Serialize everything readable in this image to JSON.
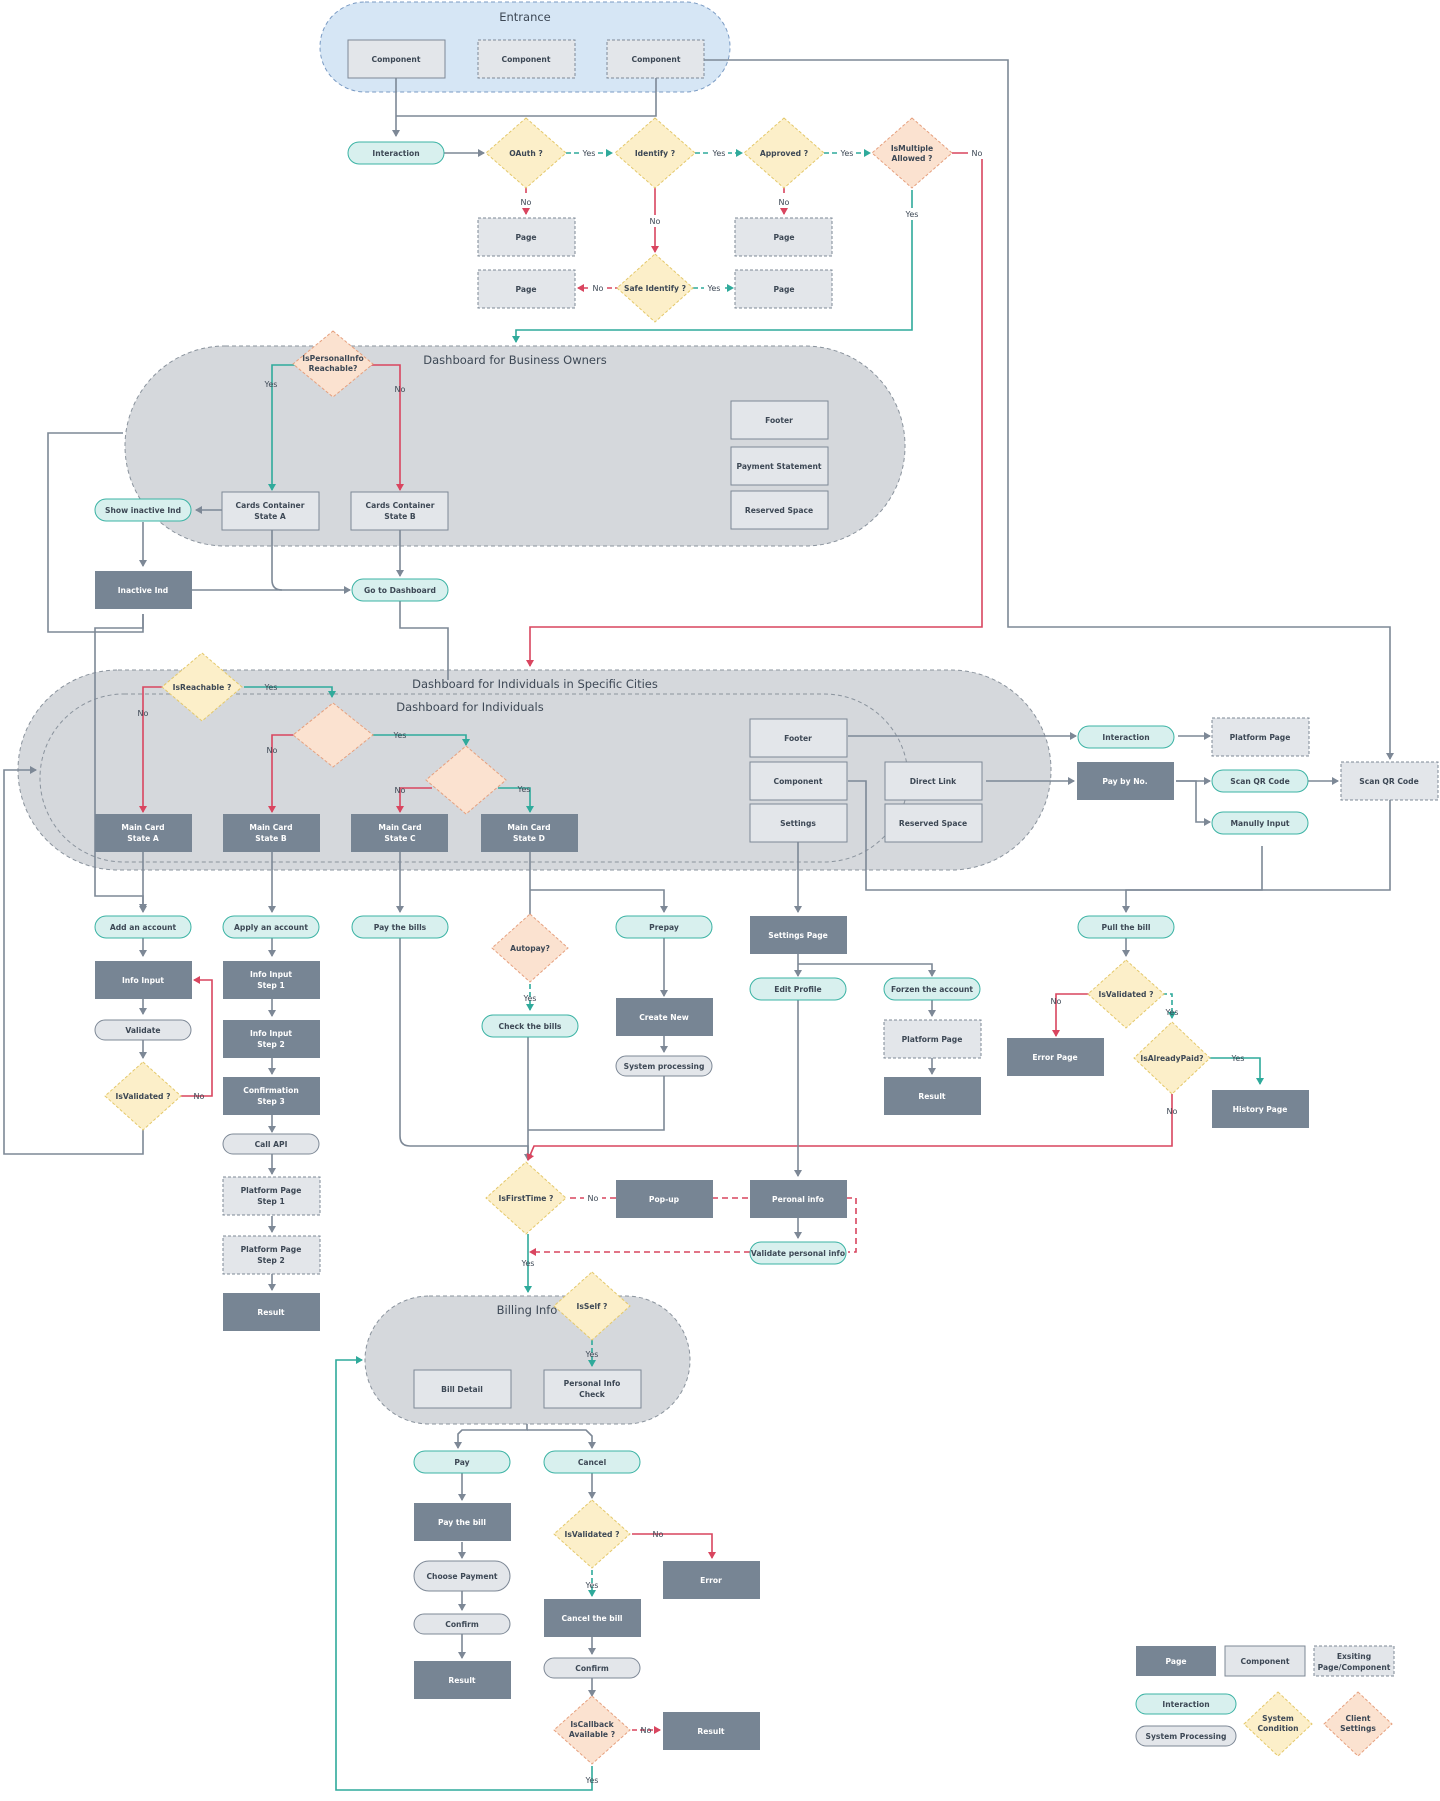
{
  "colors": {
    "page": "#778594",
    "component": "#e3e6ea",
    "existing": "#e3e6ea",
    "interaction_fill": "#d8f0ee",
    "interaction_stroke": "#3bb3a4",
    "system_fill": "#e3e6ea",
    "system_condition": "#fcefc9",
    "client_settings": "#fbe2d0",
    "arrow": "#7d8896",
    "arrow_yes": "#2faa9b",
    "arrow_no": "#d9455f",
    "group_fill": "#d5d8dc",
    "entrance_fill": "#d6e6f5"
  },
  "groups": {
    "entrance": "Entrance",
    "business": "Dashboard for Business Owners",
    "cities": "Dashboard for Individuals in Specific Cities",
    "individuals": "Dashboard for Individuals",
    "billing": "Billing Info"
  },
  "entrance": {
    "c1": "Component",
    "c2": "Component",
    "c3": "Component"
  },
  "auth": {
    "interaction": "Interaction",
    "oauth": "OAuth ?",
    "identify": "Identify ?",
    "approved": "Approved ?",
    "ismultiple_1": "IsMultiple",
    "ismultiple_2": "Allowed ?",
    "page_oauth_no": "Page",
    "page_approved_no": "Page",
    "safe_identify": "Safe Identify ?",
    "page_safe_no": "Page",
    "page_safe_yes": "Page"
  },
  "business": {
    "ispersonal_1": "IsPersonalInfo",
    "ispersonal_2": "Reachable?",
    "cards_a_1": "Cards Container",
    "cards_a_2": "State A",
    "cards_b_1": "Cards Container",
    "cards_b_2": "State B",
    "footer": "Footer",
    "payment_statement": "Payment Statement",
    "reserved_space": "Reserved Space",
    "show_inactive": "Show inactive Ind",
    "inactive_ind": "Inactive Ind",
    "go_dashboard": "Go to Dashboard"
  },
  "individuals": {
    "isreachable": "IsReachable ?",
    "main_a_1": "Main Card",
    "main_a_2": "State A",
    "main_b_1": "Main Card",
    "main_b_2": "State B",
    "main_c_1": "Main Card",
    "main_c_2": "State C",
    "main_d_1": "Main Card",
    "main_d_2": "State D",
    "footer": "Footer",
    "component": "Component",
    "settings": "Settings",
    "direct_link": "Direct Link",
    "reserved_space": "Reserved Space"
  },
  "right": {
    "interaction": "Interaction",
    "platform_page": "Platform Page",
    "pay_by_no": "Pay by No.",
    "scan_qr_interaction": "Scan QR Code",
    "scan_qr_page": "Scan QR Code",
    "manual_input": "Manully Input",
    "pull_bill": "Pull the bill",
    "isvalidated": "IsValidated ?",
    "error_page": "Error Page",
    "isalreadypaid": "IsAlreadyPaid?",
    "history_page": "History Page"
  },
  "flows": {
    "add_account": "Add an account",
    "info_input": "Info Input",
    "validate": "Validate",
    "isvalidated": "IsValidated ?",
    "apply_account": "Apply an account",
    "info_step1_1": "Info Input",
    "info_step1_2": "Step 1",
    "info_step2_1": "Info Input",
    "info_step2_2": "Step 2",
    "confirm_step3_1": "Confirmation",
    "confirm_step3_2": "Step 3",
    "call_api": "Call API",
    "platform_step1_1": "Platform Page",
    "platform_step1_2": "Step 1",
    "platform_step2_1": "Platform Page",
    "platform_step2_2": "Step 2",
    "result_apply": "Result",
    "pay_bills": "Pay the bills",
    "autopay": "Autopay?",
    "check_bills": "Check the bills",
    "prepay": "Prepay",
    "create_new": "Create New",
    "system_processing": "System processing",
    "settings_page": "Settings Page",
    "edit_profile": "Edit Profile",
    "frozen_account": "Forzen the account",
    "platform_page": "Platform Page",
    "result_frozen": "Result",
    "isfirsttime": "IsFirstTime ?",
    "popup": "Pop-up",
    "personal_info": "Peronal info",
    "validate_personal": "Validate personal info"
  },
  "billing": {
    "isself": "IsSelf ?",
    "bill_detail": "Bill Detail",
    "personal_check_1": "Personal Info",
    "personal_check_2": "Check",
    "pay": "Pay",
    "cancel": "Cancel",
    "pay_bill": "Pay the bill",
    "choose_payment": "Choose Payment",
    "confirm_pay": "Confirm",
    "result_pay": "Result",
    "isvalidated": "IsValidated ?",
    "error": "Error",
    "cancel_bill": "Cancel the bill",
    "confirm_cancel": "Confirm",
    "iscallback_1": "IsCallback",
    "iscallback_2": "Available ?",
    "result_cancel": "Result"
  },
  "edges": {
    "yes": "Yes",
    "no": "No"
  },
  "legend": {
    "page": "Page",
    "component": "Component",
    "existing_1": "Exsiting",
    "existing_2": "Page/Component",
    "interaction": "Interaction",
    "system_condition_1": "System",
    "system_condition_2": "Condition",
    "client_settings_1": "Client",
    "client_settings_2": "Settings",
    "system_processing": "System Processing"
  }
}
